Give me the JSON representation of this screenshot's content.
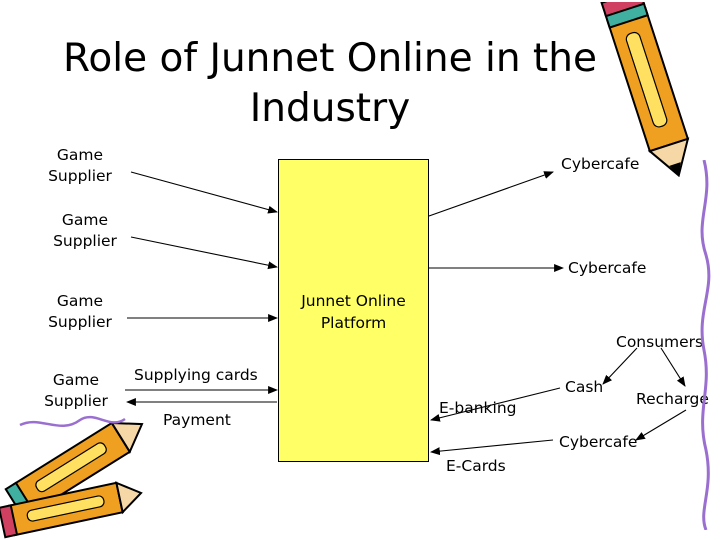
{
  "title": "Role of Junnet Online in the Industry",
  "platform": {
    "label": "Junnet Online Platform"
  },
  "suppliers": [
    {
      "label": "Game Supplier"
    },
    {
      "label": "Game Supplier"
    },
    {
      "label": "Game Supplier"
    },
    {
      "label": "Game Supplier"
    }
  ],
  "outputs": {
    "cybercafe_1": "Cybercafe",
    "cybercafe_2": "Cybercafe",
    "consumers": "Consumers",
    "cash": "Cash",
    "recharge": "Recharge",
    "cybercafe_3": "Cybercafe",
    "ebanking": "E-banking",
    "ecards": "E-Cards"
  },
  "flows": {
    "supplying_cards": "Supplying cards",
    "payment": "Payment"
  },
  "colors": {
    "platform_fill": "#ffff66",
    "pencil_body": "#f0a020",
    "pencil_stripe": "#ffe060",
    "pencil_ferrule": "#d04060",
    "pencil_band": "#40b0a0"
  },
  "decorations": [
    "pencil-icon",
    "pencils-cluster-icon",
    "pencil-squiggle-icon"
  ]
}
